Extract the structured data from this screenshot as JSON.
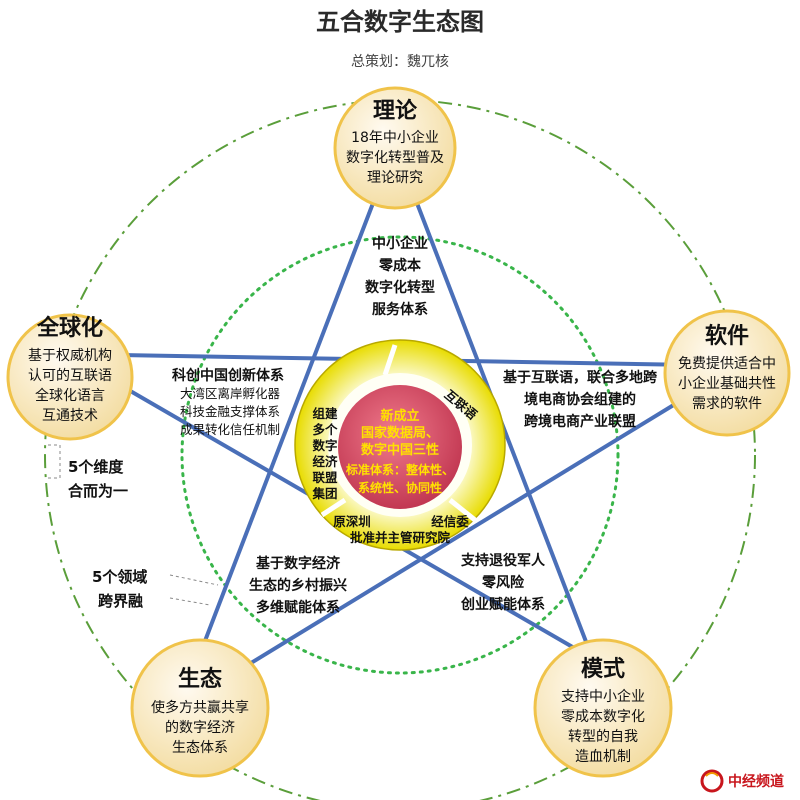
{
  "title": "五合数字生态图",
  "subtitle": "总策划：魏兀核",
  "nodes": {
    "theory": {
      "title": "理论",
      "lines": [
        "18年中小企业",
        "数字化转型普及",
        "理论研究"
      ]
    },
    "software": {
      "title": "软件",
      "lines": [
        "免费提供适合中",
        "小企业基础共性",
        "需求的软件"
      ]
    },
    "model": {
      "title": "模式",
      "lines": [
        "支持中小企业",
        "零成本数字化",
        "转型的自我",
        "造血机制"
      ]
    },
    "ecology": {
      "title": "生态",
      "lines": [
        "使多方共赢共享",
        "的数字经济",
        "生态体系"
      ]
    },
    "global": {
      "title": "全球化",
      "lines": [
        "基于权威机构",
        "认可的互联语",
        "全球化语言",
        "互通技术"
      ]
    }
  },
  "edges": {
    "top": [
      "中小企业",
      "零成本",
      "数字化转型",
      "服务体系"
    ],
    "right": [
      "基于互联语，联合多地跨",
      "境电商协会组建的",
      "跨境电商产业联盟"
    ],
    "left_title": "科创中国创新体系",
    "left_lines": [
      "大湾区离岸孵化器",
      "科技金融支撑体系",
      "成果转化信任机制"
    ],
    "bottom_left": [
      "基于数字经济",
      "生态的乡村振兴",
      "多维赋能体系"
    ],
    "bottom_right": [
      "支持退役军人",
      "零风险",
      "创业赋能体系"
    ]
  },
  "ring": {
    "left_segment": [
      "组建",
      "多个",
      "数字",
      "经济",
      "联盟",
      "集团"
    ],
    "right_segment": "互联语",
    "bottom_segment_left": "原深圳",
    "bottom_segment_right": "经信委",
    "bottom_segment_line2": "批准并主管研究院"
  },
  "center": {
    "lines": [
      "新成立",
      "国家数据局、",
      "数字中国三性"
    ],
    "small_lines": [
      "标准体系：整体性、",
      "系统性、协同性"
    ]
  },
  "side_notes": {
    "note1": [
      "5个维度",
      "合而为一"
    ],
    "note2": [
      "5个领域",
      "跨界融"
    ]
  },
  "logo": {
    "text": "中经频道"
  },
  "colors": {
    "node_fill": "#f6e3b0",
    "node_stroke": "#f0c34a",
    "edge_line": "#4a6fb8",
    "outer_ring": "#5a9e3a",
    "inner_ring": "#39b54a",
    "yellow": "#e6d600",
    "center_red": "#d5455d",
    "logo_red": "#c8161d"
  }
}
